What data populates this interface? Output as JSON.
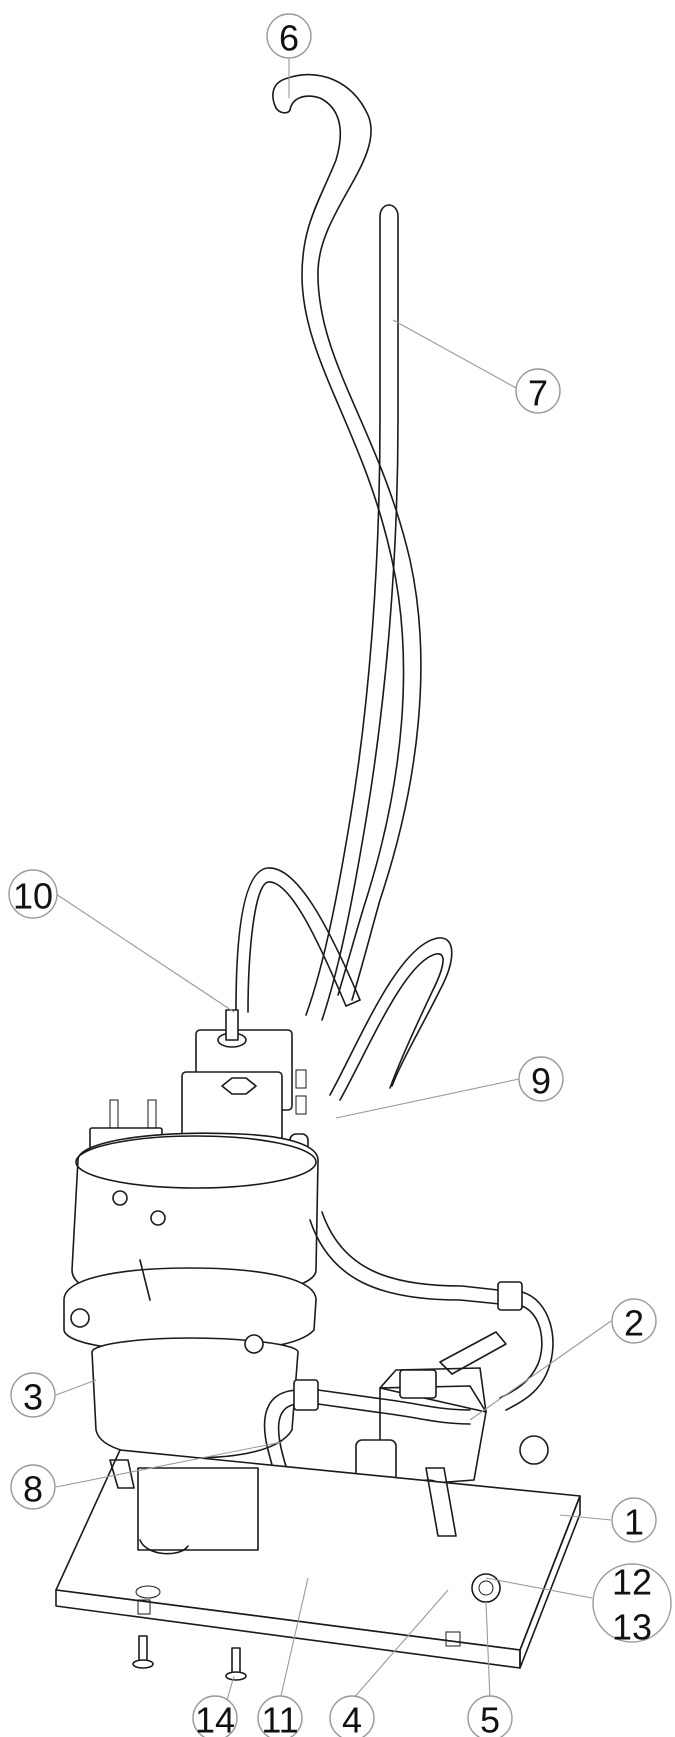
{
  "callouts": [
    {
      "id": "1",
      "label": "1"
    },
    {
      "id": "2",
      "label": "2"
    },
    {
      "id": "3",
      "label": "3"
    },
    {
      "id": "4",
      "label": "4"
    },
    {
      "id": "5",
      "label": "5"
    },
    {
      "id": "6",
      "label": "6"
    },
    {
      "id": "7",
      "label": "7"
    },
    {
      "id": "8",
      "label": "8"
    },
    {
      "id": "9",
      "label": "9"
    },
    {
      "id": "10",
      "label": "10"
    },
    {
      "id": "11",
      "label": "11"
    },
    {
      "id": "12-13",
      "label": "12",
      "label2": "13"
    },
    {
      "id": "14",
      "label": "14"
    }
  ],
  "colors": {
    "line": "#1a1a1a",
    "leader": "#9a9a9a",
    "background": "#ffffff"
  }
}
